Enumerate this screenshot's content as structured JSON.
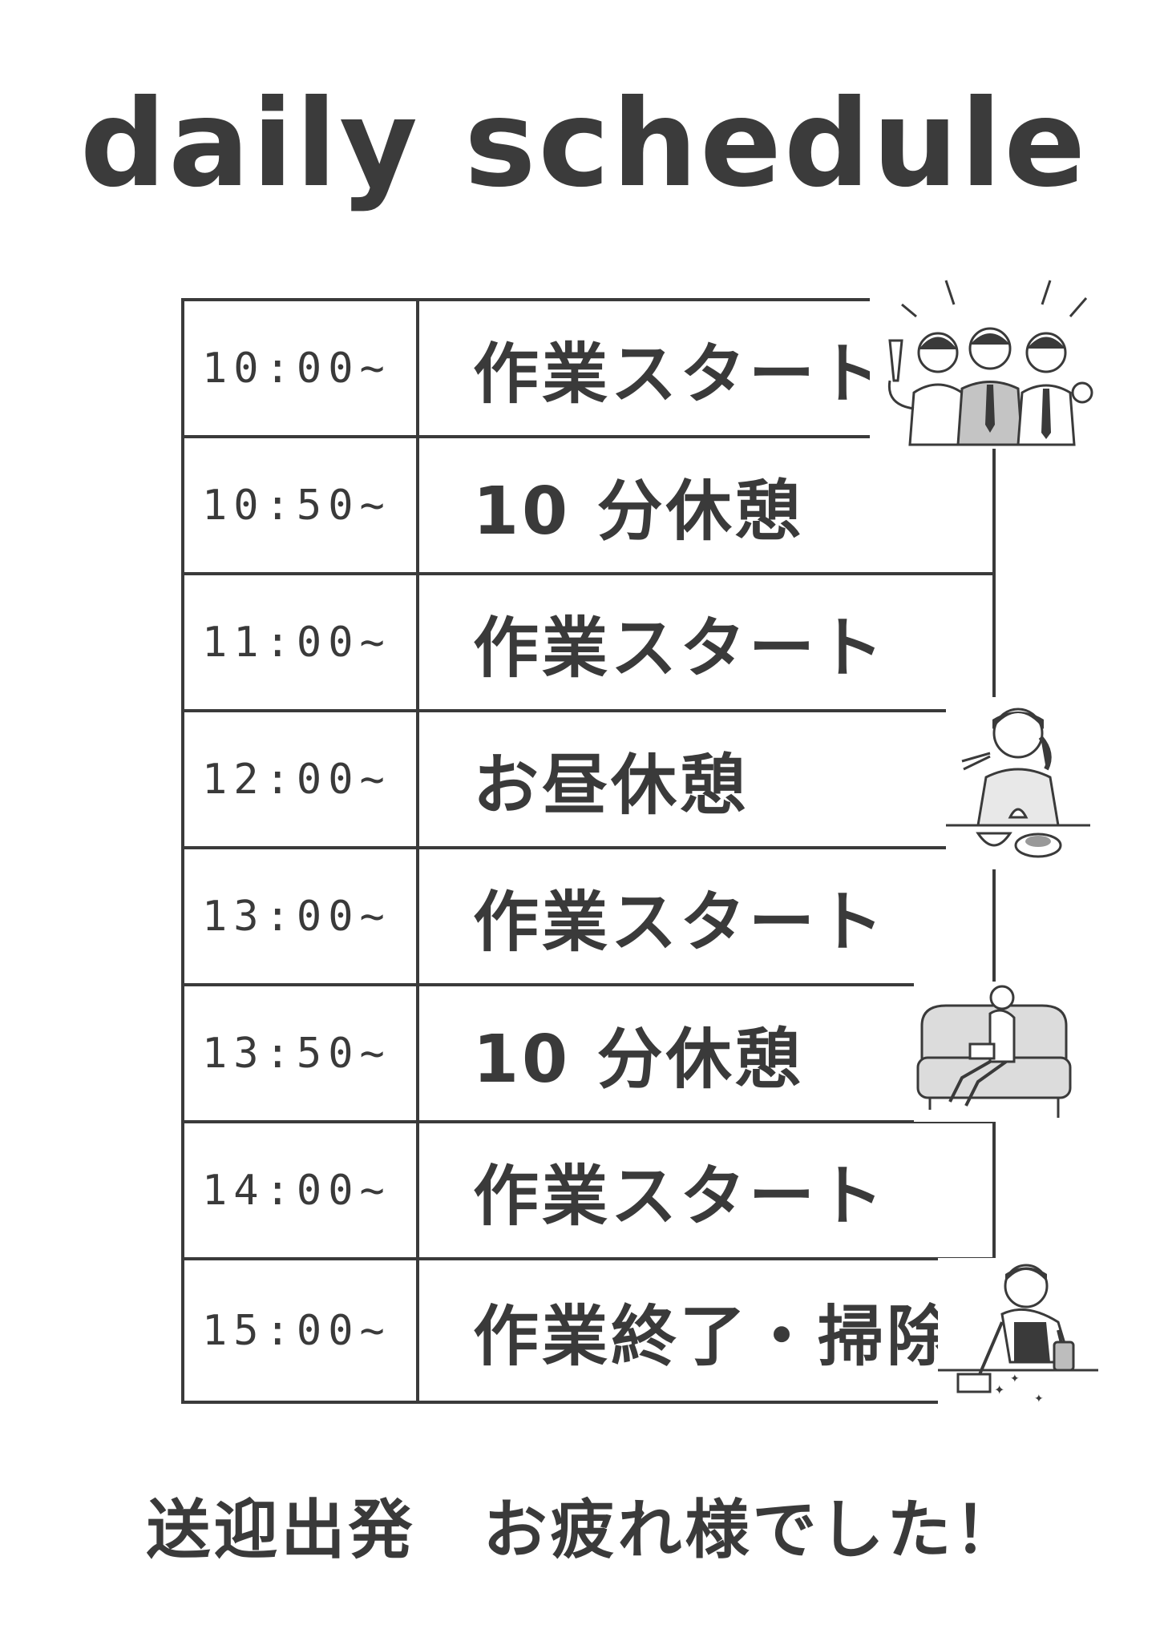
{
  "title": "daily schedule",
  "schedule": [
    {
      "time": "10:00~",
      "activity": "作業スタート"
    },
    {
      "time": "10:50~",
      "activity": "10 分休憩"
    },
    {
      "time": "11:00~",
      "activity": "作業スタート"
    },
    {
      "time": "12:00~",
      "activity": "お昼休憩"
    },
    {
      "time": "13:00~",
      "activity": "作業スタート"
    },
    {
      "time": "13:50~",
      "activity": "10 分休憩"
    },
    {
      "time": "14:00~",
      "activity": "作業スタート"
    },
    {
      "time": "15:00~",
      "activity": "作業終了・掃除"
    }
  ],
  "footer": "送迎出発　お疲れ様でした！",
  "icons": [
    "team-cheering-icon",
    "woman-eating-icon",
    "person-on-sofa-icon",
    "woman-cleaning-icon"
  ],
  "colors": {
    "ink": "#3a3a3a",
    "background": "#ffffff",
    "illustration_gray": "#bdbdbd"
  }
}
